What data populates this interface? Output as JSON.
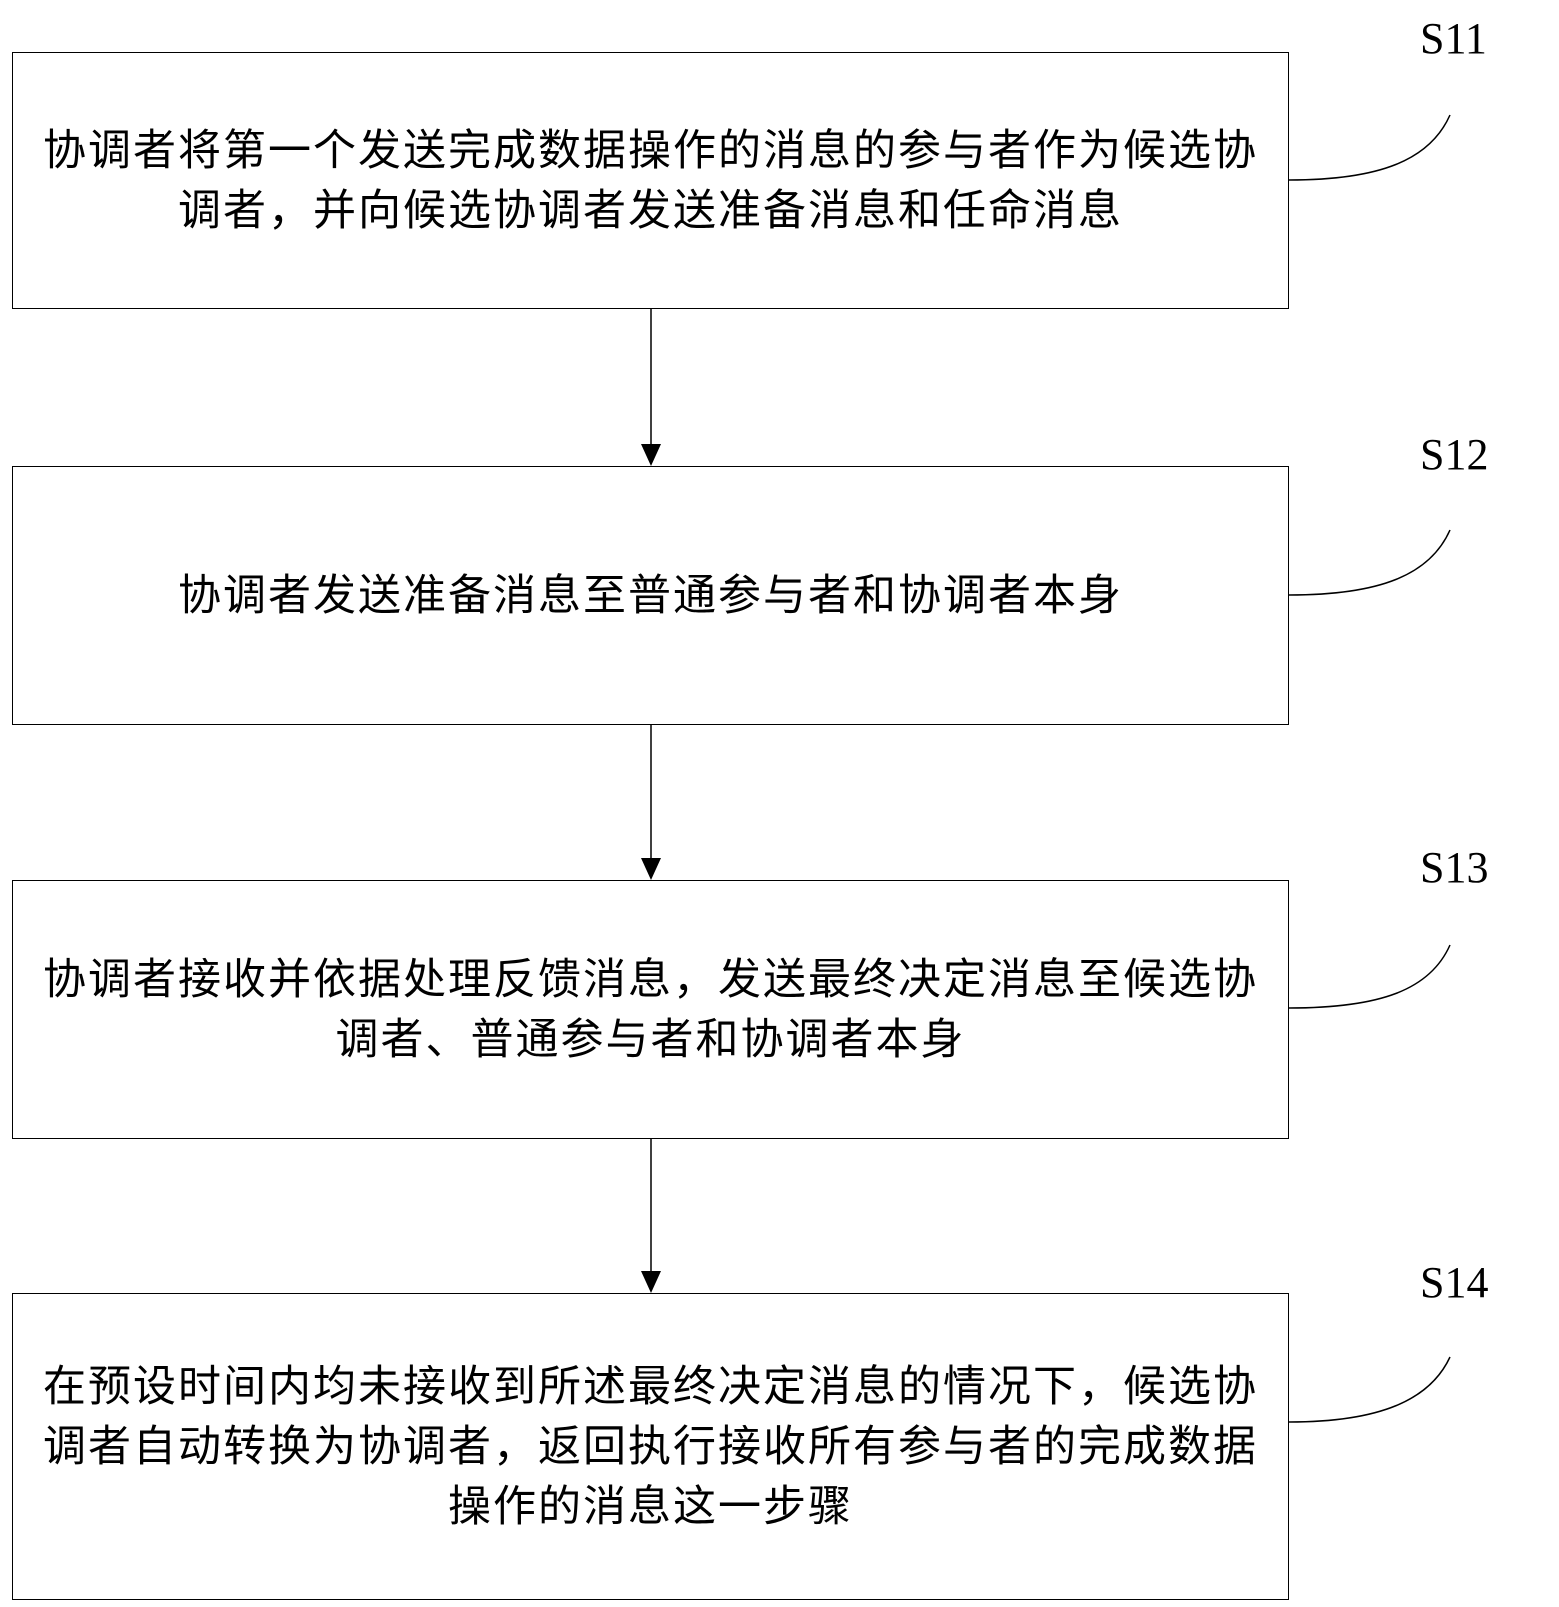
{
  "diagram": {
    "type": "flowchart",
    "direction": "top-to-bottom",
    "steps": [
      {
        "id": "S11",
        "label": "S11",
        "text": "协调者将第一个发送完成数据操作的消息的参与者作为候选协调者，并向候选协调者发送准备消息和任命消息"
      },
      {
        "id": "S12",
        "label": "S12",
        "text": "协调者发送准备消息至普通参与者和协调者本身"
      },
      {
        "id": "S13",
        "label": "S13",
        "text": "协调者接收并依据处理反馈消息，发送最终决定消息至候选协调者、普通参与者和协调者本身"
      },
      {
        "id": "S14",
        "label": "S14",
        "text": "在预设时间内均未接收到所述最终决定消息的情况下，候选协调者自动转换为协调者，返回执行接收所有参与者的完成数据操作的消息这一步骤"
      }
    ],
    "edges": [
      {
        "from": "S11",
        "to": "S12"
      },
      {
        "from": "S12",
        "to": "S13"
      },
      {
        "from": "S13",
        "to": "S14"
      }
    ],
    "colors": {
      "stroke": "#000000",
      "background": "#ffffff"
    }
  }
}
